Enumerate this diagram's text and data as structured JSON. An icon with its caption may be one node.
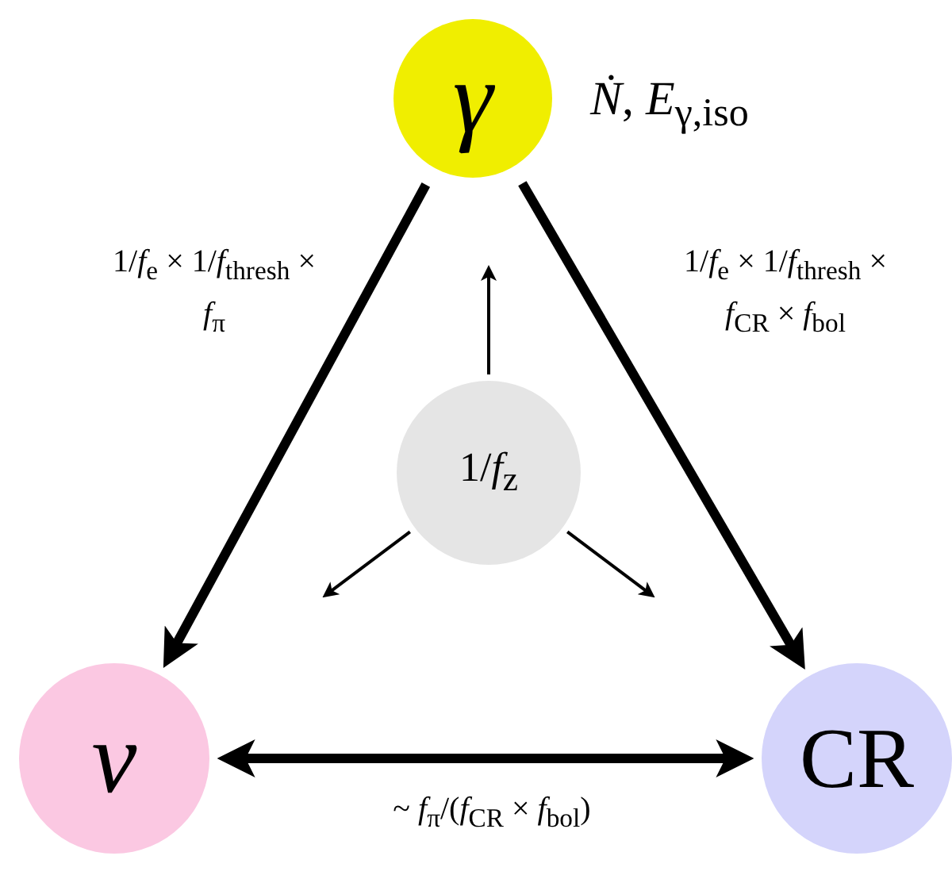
{
  "diagram": {
    "nodes": [
      {
        "text": [
          "γ"
        ],
        "beside": [
          "*Ṅ*, *E*$_{γ,iso}$"
        ]
      },
      {
        "text": [
          "ν"
        ]
      },
      {
        "text": [
          "CR"
        ]
      },
      {
        "text": [
          "1/*f*$_{z}$"
        ]
      }
    ],
    "edges": [
      {
        "from": 0,
        "to": 1,
        "arrow": "to",
        "style": "thick",
        "label": "1/*f*$_{e}$ × 1/*f*$_{thresh}$ × *f*$_{π}$"
      },
      {
        "from": 0,
        "to": 2,
        "arrow": "to",
        "style": "thick",
        "label": "1/*f*$_{e}$ × 1/*f*$_{thresh}$ × *f*$_{CR}$ × *f*$_{bol}$"
      },
      {
        "from": 1,
        "to": 2,
        "arrow": "both",
        "style": "thick",
        "label": "~ *f*$_{π}$/(*f*$_{CR}$ × *f*$_{bol}$)"
      },
      {
        "from": 3,
        "to": null,
        "arrow": "to"
      },
      {
        "from": 3,
        "to": null,
        "arrow": "to"
      },
      {
        "from": 3,
        "to": null,
        "arrow": "to"
      }
    ]
  }
}
